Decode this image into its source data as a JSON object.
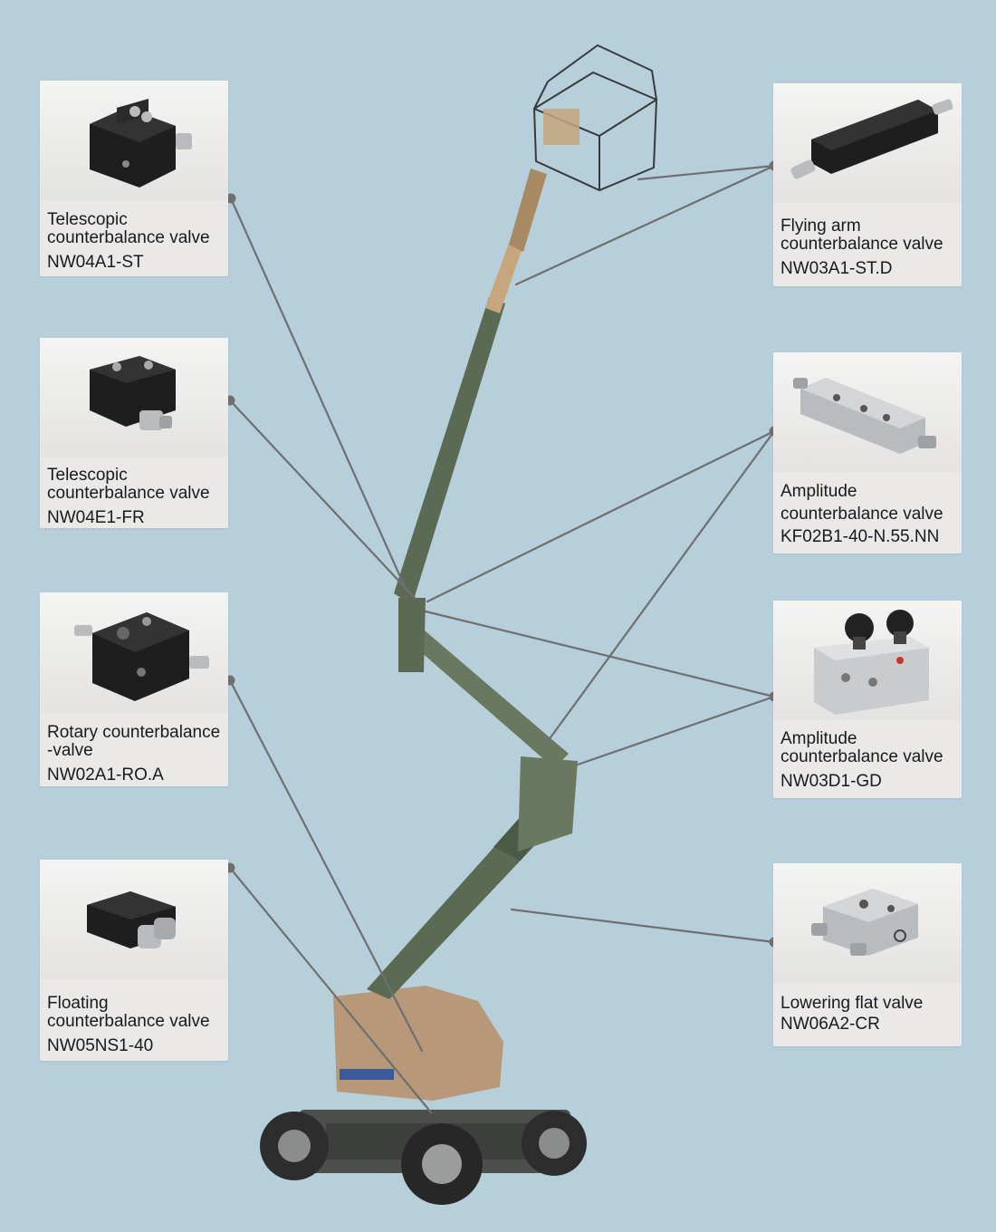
{
  "valves": [
    {
      "id": "nw04a1-st",
      "name_lines": [
        "Telescopic",
        "counterbalance valve"
      ],
      "code": "NW04A1-ST"
    },
    {
      "id": "nw04e1-fr",
      "name_lines": [
        "Telescopic",
        "counterbalance valve"
      ],
      "code": "NW04E1-FR"
    },
    {
      "id": "nw02a1-ro-a",
      "name_lines": [
        "Rotary counterbalance",
        "-valve"
      ],
      "code": "NW02A1-RO.A"
    },
    {
      "id": "nw05ns1-40",
      "name_lines": [
        "Floating",
        "counterbalance valve"
      ],
      "code": "NW05NS1-40"
    },
    {
      "id": "nw03a1-st-d",
      "name_lines": [
        "Flying arm",
        "counterbalance valve"
      ],
      "code": "NW03A1-ST.D"
    },
    {
      "id": "kf02b1-40-n-55-nn",
      "name_lines": [
        "Amplitude",
        "counterbalance valve"
      ],
      "code": "KF02B1-40-N.55.NN"
    },
    {
      "id": "nw03d1-gd",
      "name_lines": [
        "Amplitude",
        "counterbalance valve"
      ],
      "code": "NW03D1-GD"
    },
    {
      "id": "nw06a2-cr",
      "name_lines": [
        "Lowering flat valve"
      ],
      "code": "NW06A2-CR"
    }
  ],
  "colors": {
    "background": "#b7cfdb",
    "card": "#eae9e7",
    "connector": "#6f6f6f",
    "boom": "#5b6a52",
    "turret": "#b79878",
    "valve_black": "#1e1e1e",
    "valve_silver": "#b9bcbe"
  }
}
